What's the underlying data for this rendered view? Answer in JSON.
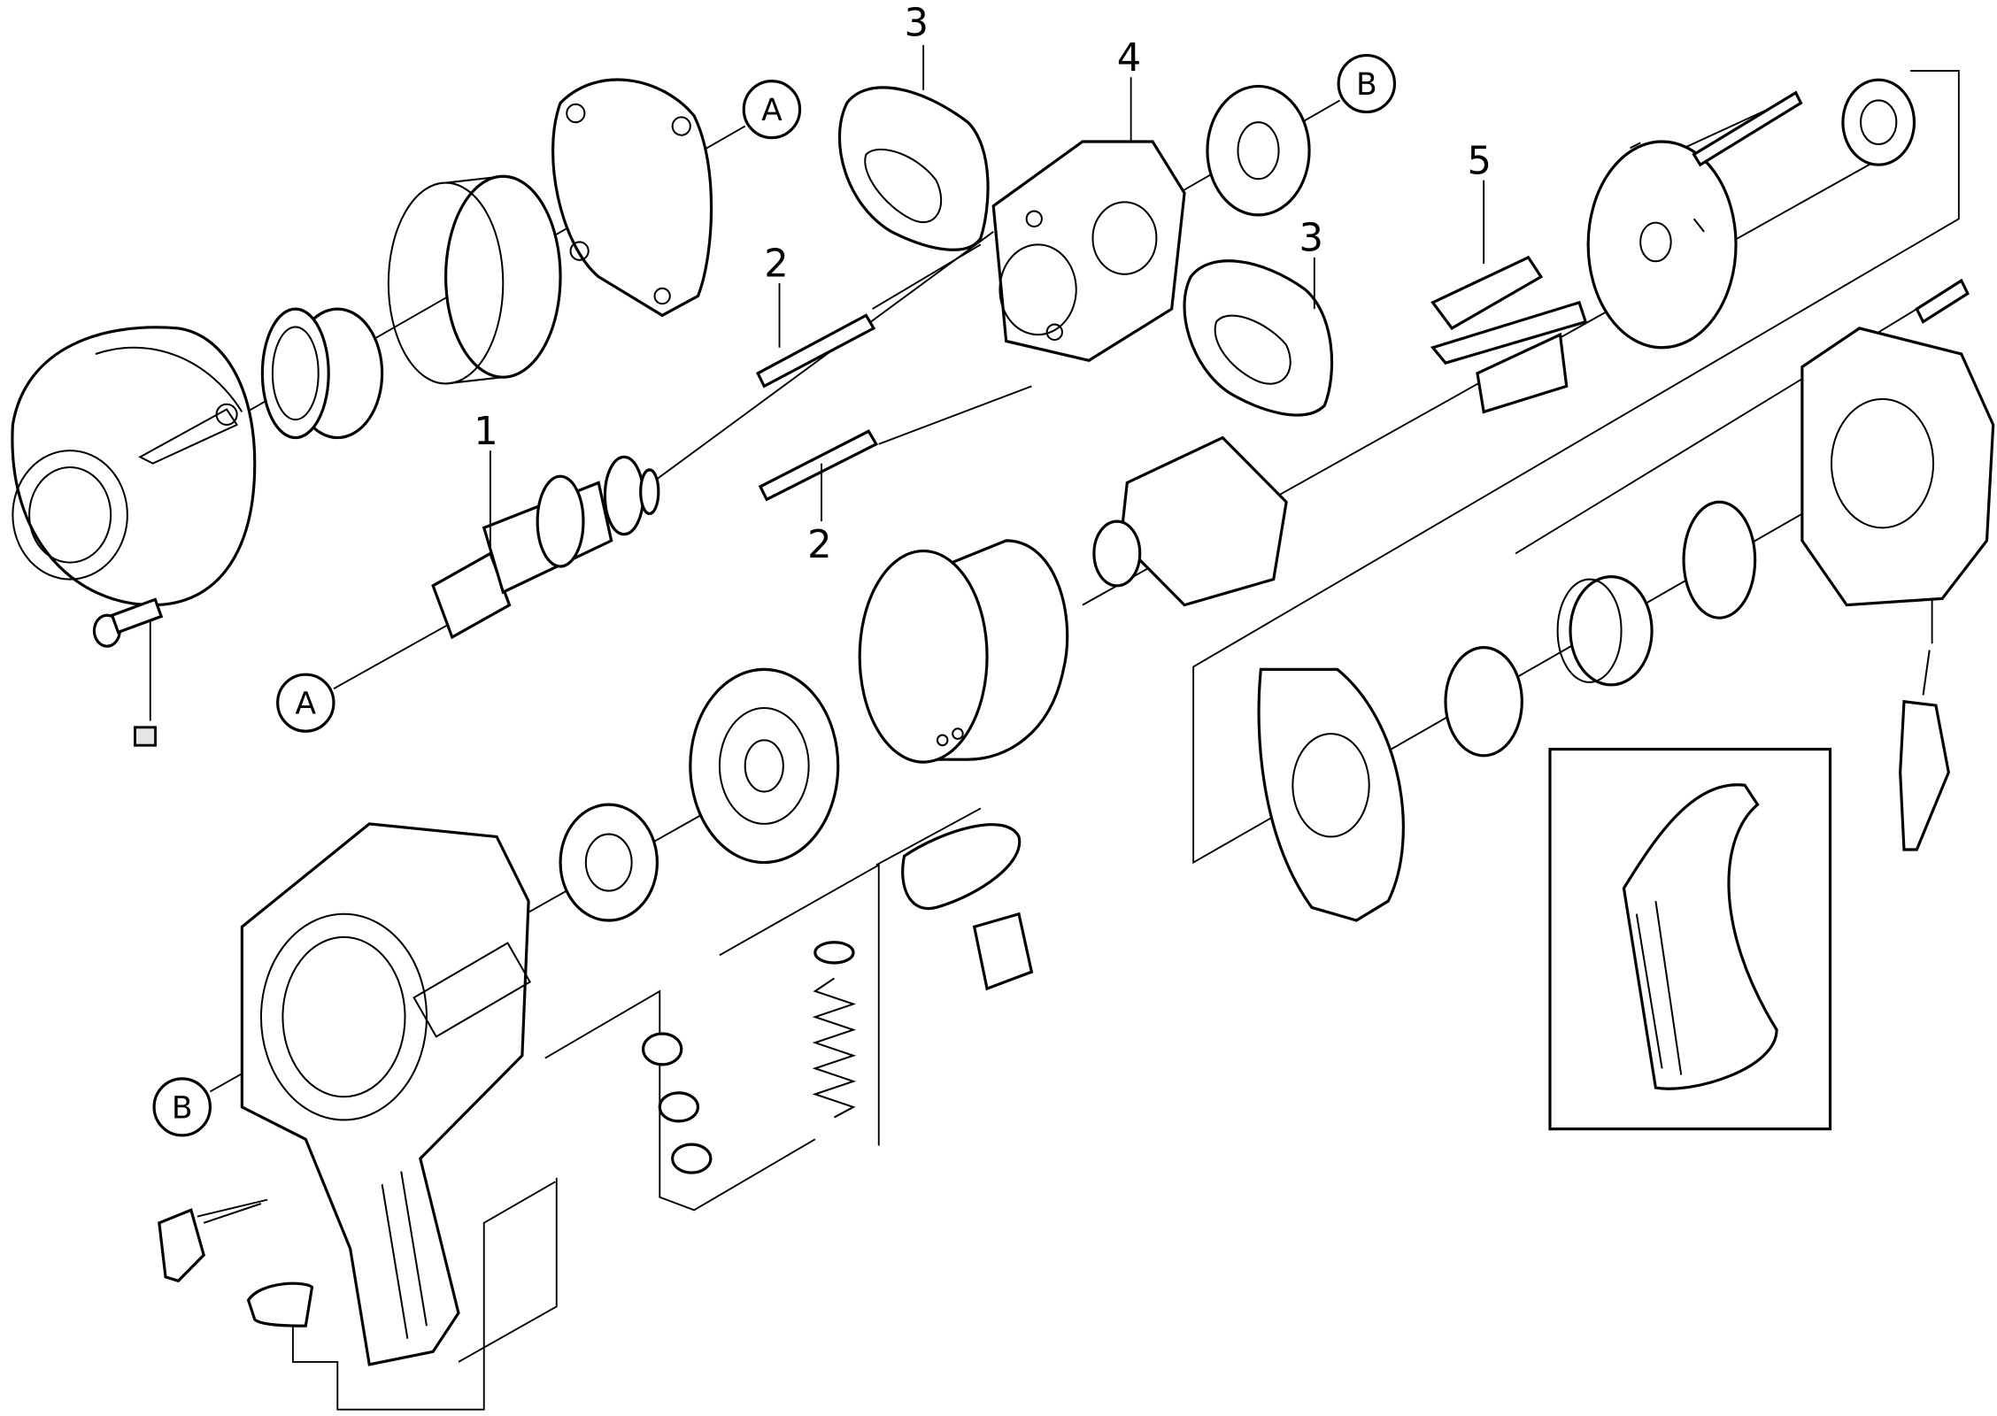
{
  "diagram": {
    "type": "exploded parts view",
    "callouts": {
      "a_top": "A",
      "a_bottom": "A",
      "b_top": "B",
      "b_bottom": "B"
    },
    "part_numbers": {
      "p1": "1",
      "p2_upper": "2",
      "p2_lower": "2",
      "p3_upper": "3",
      "p3_right": "3",
      "p4": "4",
      "p5": "5"
    }
  }
}
